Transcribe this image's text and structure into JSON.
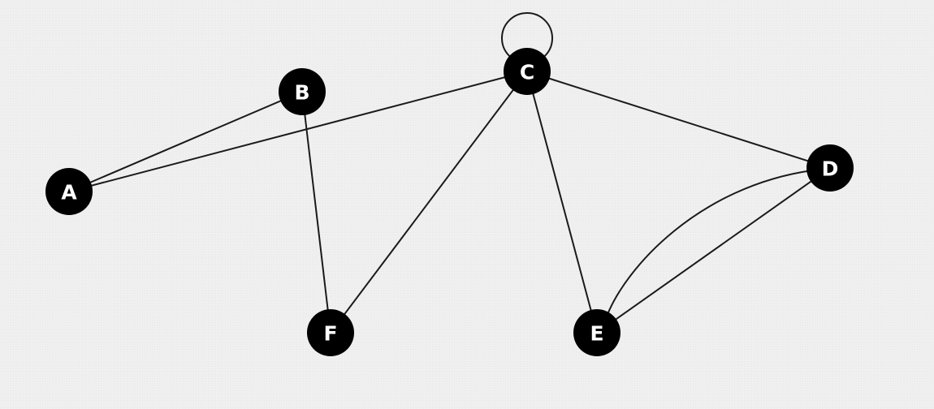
{
  "graph": {
    "nodes": [
      {
        "id": "A",
        "label": "A"
      },
      {
        "id": "B",
        "label": "B"
      },
      {
        "id": "C",
        "label": "C"
      },
      {
        "id": "D",
        "label": "D"
      },
      {
        "id": "E",
        "label": "E"
      },
      {
        "id": "F",
        "label": "F"
      }
    ],
    "edges": [
      {
        "from": "A",
        "to": "B"
      },
      {
        "from": "A",
        "to": "C"
      },
      {
        "from": "B",
        "to": "F"
      },
      {
        "from": "C",
        "to": "C",
        "kind": "self-loop"
      },
      {
        "from": "C",
        "to": "F"
      },
      {
        "from": "C",
        "to": "D"
      },
      {
        "from": "C",
        "to": "E"
      },
      {
        "from": "D",
        "to": "E"
      },
      {
        "from": "D",
        "to": "E",
        "kind": "curved"
      }
    ],
    "colors": {
      "node_fill": "#000000",
      "label_color": "#ffffff",
      "edge_color": "#1a1a1a",
      "background": "#efefef"
    }
  }
}
